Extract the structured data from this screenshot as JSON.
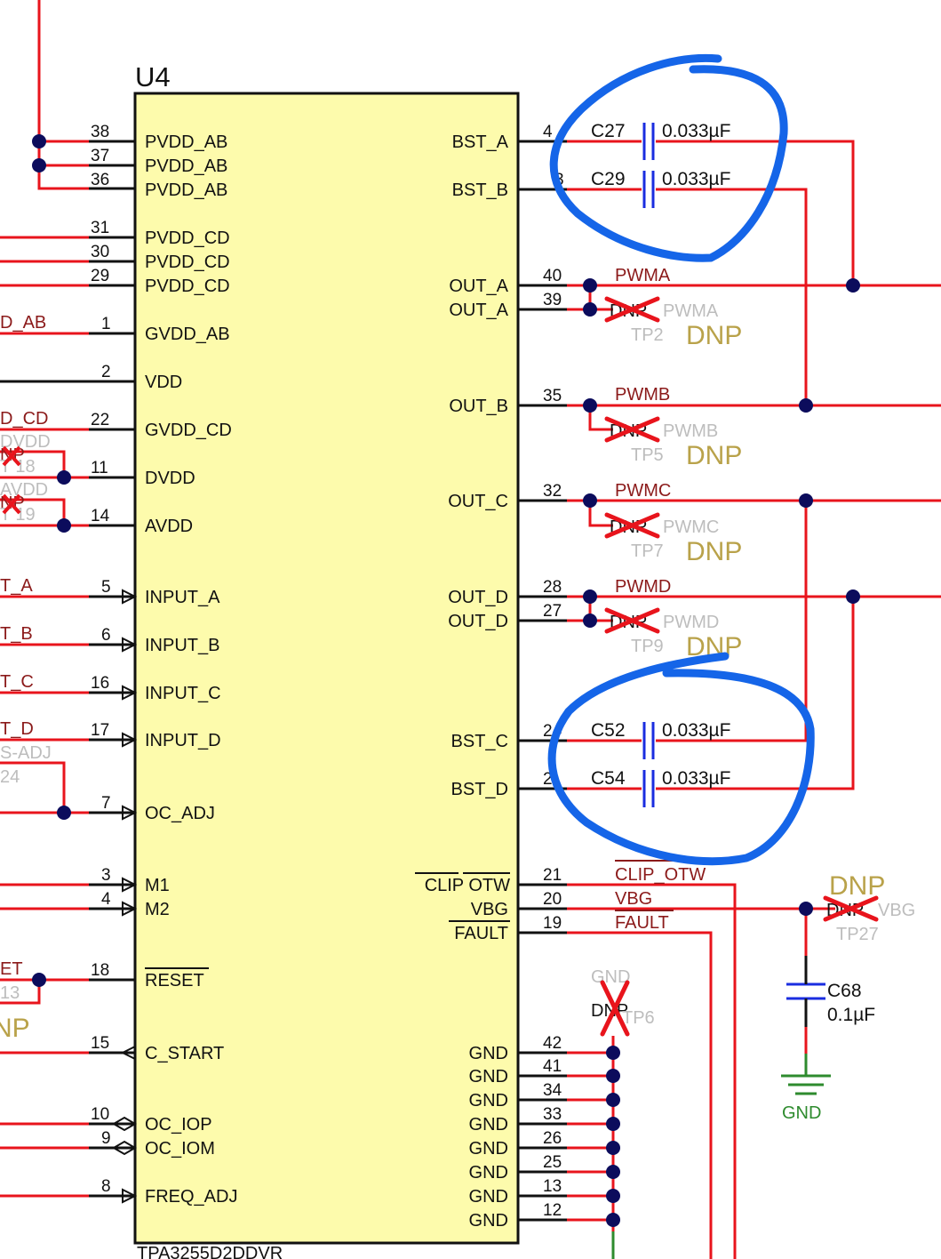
{
  "ref": "U4",
  "part": "TPA3255D2DDVR",
  "left_pins": [
    {
      "num": "38",
      "name": "PVDD_AB"
    },
    {
      "num": "37",
      "name": "PVDD_AB"
    },
    {
      "num": "36",
      "name": "PVDD_AB"
    },
    {
      "num": "31",
      "name": "PVDD_CD"
    },
    {
      "num": "30",
      "name": "PVDD_CD"
    },
    {
      "num": "29",
      "name": "PVDD_CD"
    },
    {
      "num": "1",
      "name": "GVDD_AB"
    },
    {
      "num": "2",
      "name": "VDD"
    },
    {
      "num": "22",
      "name": "GVDD_CD"
    },
    {
      "num": "11",
      "name": "DVDD"
    },
    {
      "num": "14",
      "name": "AVDD"
    },
    {
      "num": "5",
      "name": "INPUT_A"
    },
    {
      "num": "6",
      "name": "INPUT_B"
    },
    {
      "num": "16",
      "name": "INPUT_C"
    },
    {
      "num": "17",
      "name": "INPUT_D"
    },
    {
      "num": "7",
      "name": "OC_ADJ"
    },
    {
      "num": "3",
      "name": "M1"
    },
    {
      "num": "4",
      "name": "M2"
    },
    {
      "num": "18",
      "name": "RESET"
    },
    {
      "num": "15",
      "name": "C_START"
    },
    {
      "num": "10",
      "name": "OC_IOP"
    },
    {
      "num": "9",
      "name": "OC_IOM"
    },
    {
      "num": "8",
      "name": "FREQ_ADJ"
    }
  ],
  "right_pins": [
    {
      "num": "4",
      "name": "BST_A"
    },
    {
      "num": "3",
      "name": "BST_B"
    },
    {
      "num": "40",
      "name": "OUT_A"
    },
    {
      "num": "39",
      "name": "OUT_A"
    },
    {
      "num": "35",
      "name": "OUT_B"
    },
    {
      "num": "32",
      "name": "OUT_C"
    },
    {
      "num": "28",
      "name": "OUT_D"
    },
    {
      "num": "27",
      "name": "OUT_D"
    },
    {
      "num": "24",
      "name": "BST_C"
    },
    {
      "num": "2",
      "name": "BST_D"
    },
    {
      "num": "21",
      "name": "CLIP OTW"
    },
    {
      "num": "20",
      "name": "VBG"
    },
    {
      "num": "19",
      "name": "FAULT"
    },
    {
      "num": "42",
      "name": "GND"
    },
    {
      "num": "41",
      "name": "GND"
    },
    {
      "num": "34",
      "name": "GND"
    },
    {
      "num": "33",
      "name": "GND"
    },
    {
      "num": "26",
      "name": "GND"
    },
    {
      "num": "25",
      "name": "GND"
    },
    {
      "num": "13",
      "name": "GND"
    },
    {
      "num": "12",
      "name": "GND"
    }
  ],
  "left_fragments": [
    "D_AB",
    "D_CD",
    "DVDD",
    "NP",
    "T 18",
    "AVDD",
    "NP",
    "T 19",
    "T_A",
    "T_B",
    "T_C",
    "T_D",
    "S-ADJ",
    "24",
    "ET",
    "13",
    "NP"
  ],
  "caps": [
    {
      "ref": "C27",
      "value": "0.033µF"
    },
    {
      "ref": "C29",
      "value": "0.033µF"
    },
    {
      "ref": "C52",
      "value": "0.033µF"
    },
    {
      "ref": "C54",
      "value": "0.033µF"
    },
    {
      "ref": "C68",
      "value": "0.1µF"
    }
  ],
  "nets": {
    "pwma": "PWMA",
    "pwmb": "PWMB",
    "pwmc": "PWMC",
    "pwmd": "PWMD",
    "clip_otw": "CLIP_OTW",
    "vbg": "VBG",
    "fault": "FAULT"
  },
  "testpoints": [
    {
      "tag": "DNP",
      "net": "PWMA",
      "ref": "TP2",
      "dnp": "DNP"
    },
    {
      "tag": "DNP",
      "net": "PWMB",
      "ref": "TP5",
      "dnp": "DNP"
    },
    {
      "tag": "DNP",
      "net": "PWMC",
      "ref": "TP7",
      "dnp": "DNP"
    },
    {
      "tag": "DNP",
      "net": "PWMD",
      "ref": "TP9",
      "dnp": "DNP"
    },
    {
      "tag": "DNP",
      "net": "VBG",
      "ref": "TP27",
      "dnp": "DNP"
    },
    {
      "tag": "DNP",
      "net": "GND",
      "ref": "TP6",
      "dnp": ""
    }
  ],
  "gnd_label": "GND",
  "colors": {
    "wire": "#e8141c",
    "body": "#fdfbac",
    "highlight": "#1565e8",
    "junction": "#0c0c5c",
    "cap": "#1a2de0",
    "ground": "#2e8b2e"
  }
}
